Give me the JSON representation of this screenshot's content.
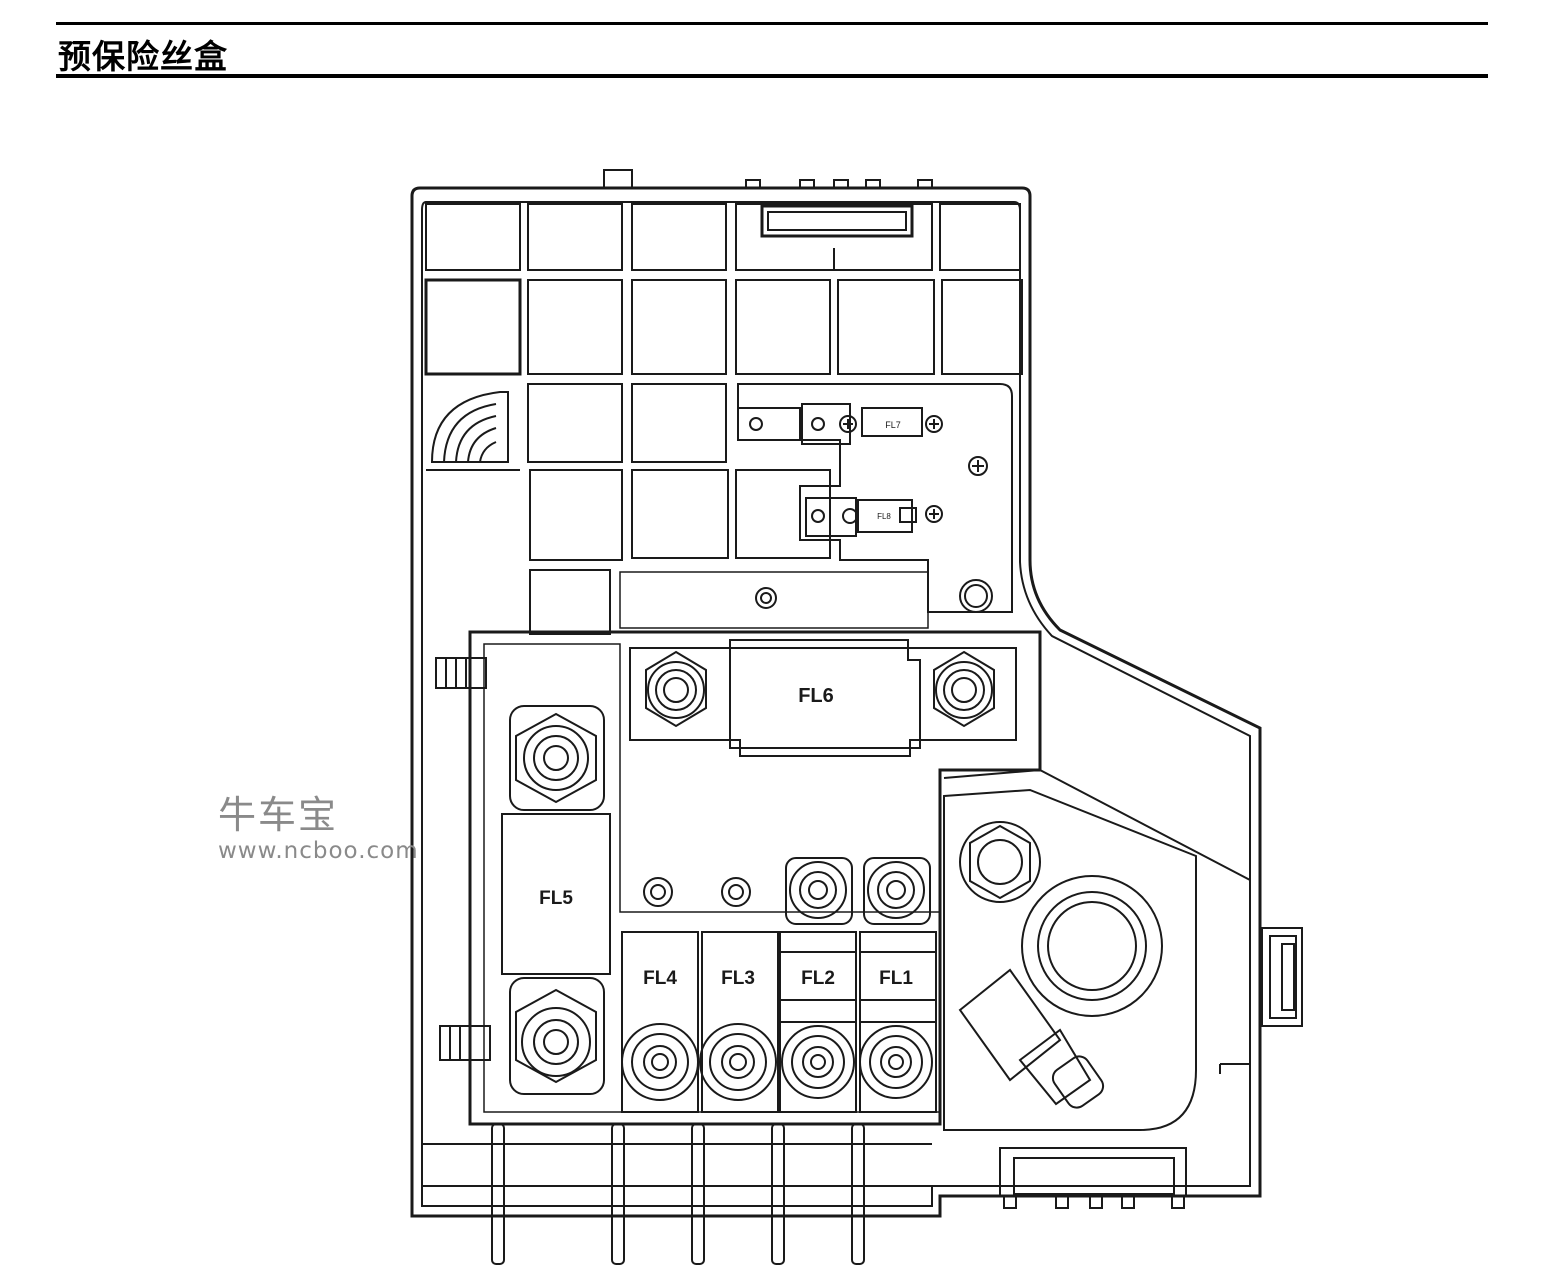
{
  "page": {
    "title": "预保险丝盒"
  },
  "watermark": {
    "brand": "牛车宝",
    "url": "www.ncboo.com"
  },
  "fuses": {
    "fl1": "FL1",
    "fl2": "FL2",
    "fl3": "FL3",
    "fl4": "FL4",
    "fl5": "FL5",
    "fl6": "FL6",
    "fl7": "FL7",
    "fl8": "FL8"
  },
  "colors": {
    "line": "#1a1a1a",
    "watermark": "#8a8a8a"
  }
}
